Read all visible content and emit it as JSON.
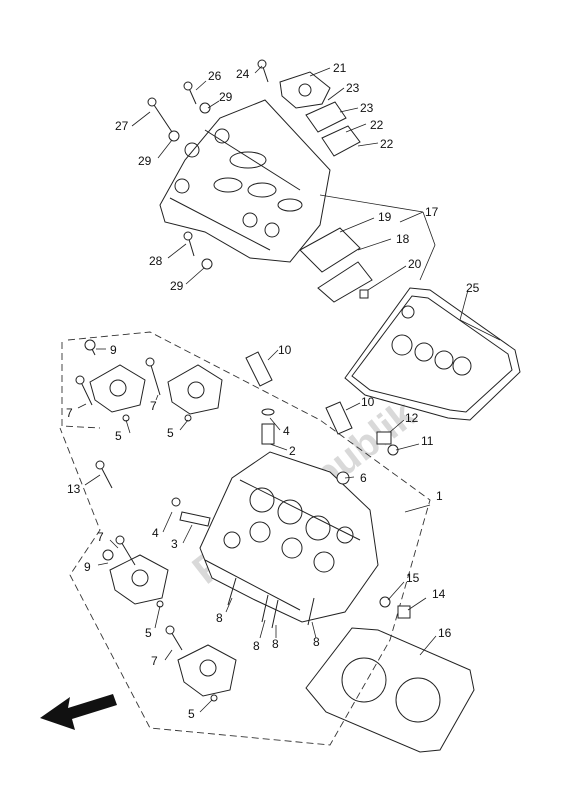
{
  "watermark": "PartsRepublik",
  "callouts": [
    {
      "id": "c1",
      "label": "1"
    },
    {
      "id": "c2",
      "label": "2"
    },
    {
      "id": "c3",
      "label": "3"
    },
    {
      "id": "c4a",
      "label": "4"
    },
    {
      "id": "c4b",
      "label": "4"
    },
    {
      "id": "c5a",
      "label": "5"
    },
    {
      "id": "c5b",
      "label": "5"
    },
    {
      "id": "c5c",
      "label": "5"
    },
    {
      "id": "c5d",
      "label": "5"
    },
    {
      "id": "c6",
      "label": "6"
    },
    {
      "id": "c7a",
      "label": "7"
    },
    {
      "id": "c7b",
      "label": "7"
    },
    {
      "id": "c7c",
      "label": "7"
    },
    {
      "id": "c7d",
      "label": "7"
    },
    {
      "id": "c8a",
      "label": "8"
    },
    {
      "id": "c8b",
      "label": "8"
    },
    {
      "id": "c8c",
      "label": "8"
    },
    {
      "id": "c8d",
      "label": "8"
    },
    {
      "id": "c9a",
      "label": "9"
    },
    {
      "id": "c9b",
      "label": "9"
    },
    {
      "id": "c10a",
      "label": "10"
    },
    {
      "id": "c10b",
      "label": "10"
    },
    {
      "id": "c11",
      "label": "11"
    },
    {
      "id": "c12",
      "label": "12"
    },
    {
      "id": "c13",
      "label": "13"
    },
    {
      "id": "c14",
      "label": "14"
    },
    {
      "id": "c15",
      "label": "15"
    },
    {
      "id": "c16",
      "label": "16"
    },
    {
      "id": "c17",
      "label": "17"
    },
    {
      "id": "c18",
      "label": "18"
    },
    {
      "id": "c19",
      "label": "19"
    },
    {
      "id": "c20",
      "label": "20"
    },
    {
      "id": "c21",
      "label": "21"
    },
    {
      "id": "c22a",
      "label": "22"
    },
    {
      "id": "c22b",
      "label": "22"
    },
    {
      "id": "c23a",
      "label": "23"
    },
    {
      "id": "c23b",
      "label": "23"
    },
    {
      "id": "c24",
      "label": "24"
    },
    {
      "id": "c25",
      "label": "25"
    },
    {
      "id": "c26",
      "label": "26"
    },
    {
      "id": "c27",
      "label": "27"
    },
    {
      "id": "c28",
      "label": "28"
    },
    {
      "id": "c29a",
      "label": "29"
    },
    {
      "id": "c29b",
      "label": "29"
    },
    {
      "id": "c29c",
      "label": "29"
    }
  ]
}
